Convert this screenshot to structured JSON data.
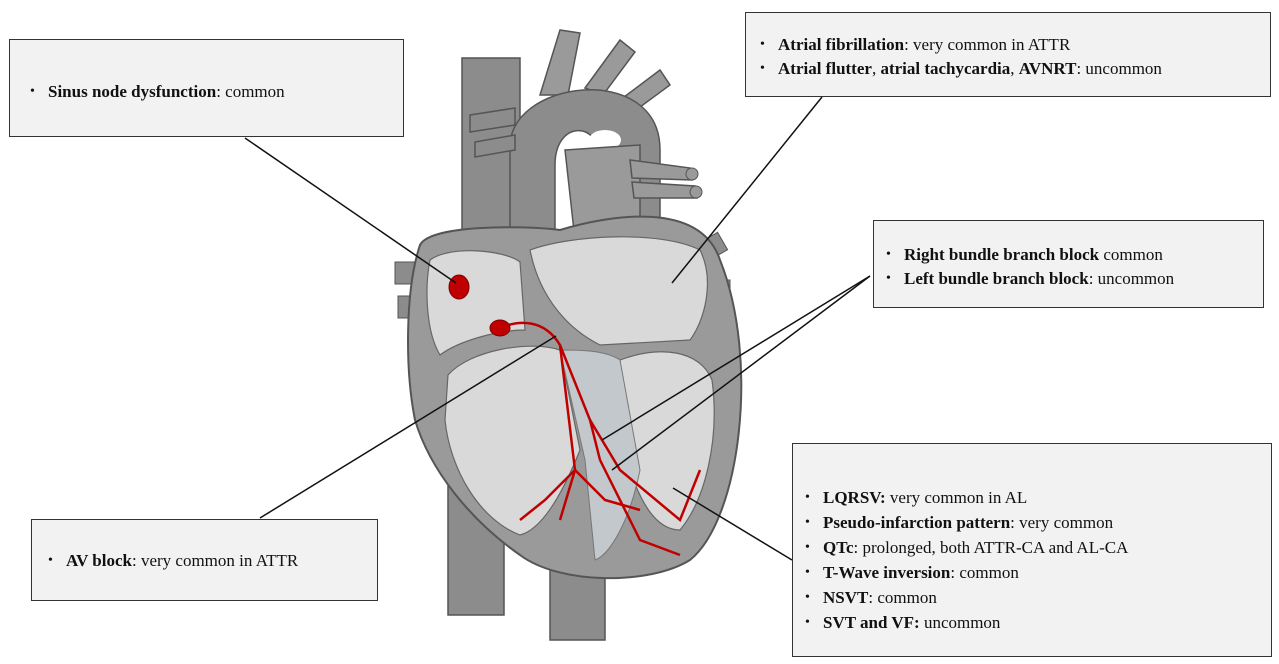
{
  "callouts": {
    "sinus": [
      {
        "bold": "Sinus node dysfunction",
        "text": ": common"
      }
    ],
    "atrial": [
      {
        "bold": "Atrial fibrillation",
        "text": ": very common in ATTR"
      },
      {
        "bold": "Atrial flutter",
        "text": ", ",
        "bold2": "atrial tachycardia",
        "text2": ", ",
        "bold3": "AVNRT",
        "text3": ": uncommon"
      }
    ],
    "bundle": [
      {
        "bold": "Right bundle branch block",
        "text": " common"
      },
      {
        "bold": "Left bundle branch block",
        "text": ": uncommon"
      }
    ],
    "av": [
      {
        "bold": "AV block",
        "text": ": very common in ATTR"
      }
    ],
    "ecg": [
      {
        "bold": "LQRSV:",
        "text": " very common in AL"
      },
      {
        "bold": "Pseudo-infarction pattern",
        "text": ": very common"
      },
      {
        "bold": "QTc",
        "text": ": prolonged, both ATTR-CA and AL-CA"
      },
      {
        "bold": "T-Wave inversion",
        "text": ": common"
      },
      {
        "bold": "NSVT",
        "text": ": common"
      },
      {
        "bold": "SVT and VF:",
        "text": " uncommon"
      }
    ]
  },
  "colors": {
    "vessel": "#8c8c8c",
    "heart_wall": "#9a9a9a",
    "chamber": "#d9d9d9",
    "conduction": "#c00000",
    "box_fill": "#f2f2f2"
  }
}
